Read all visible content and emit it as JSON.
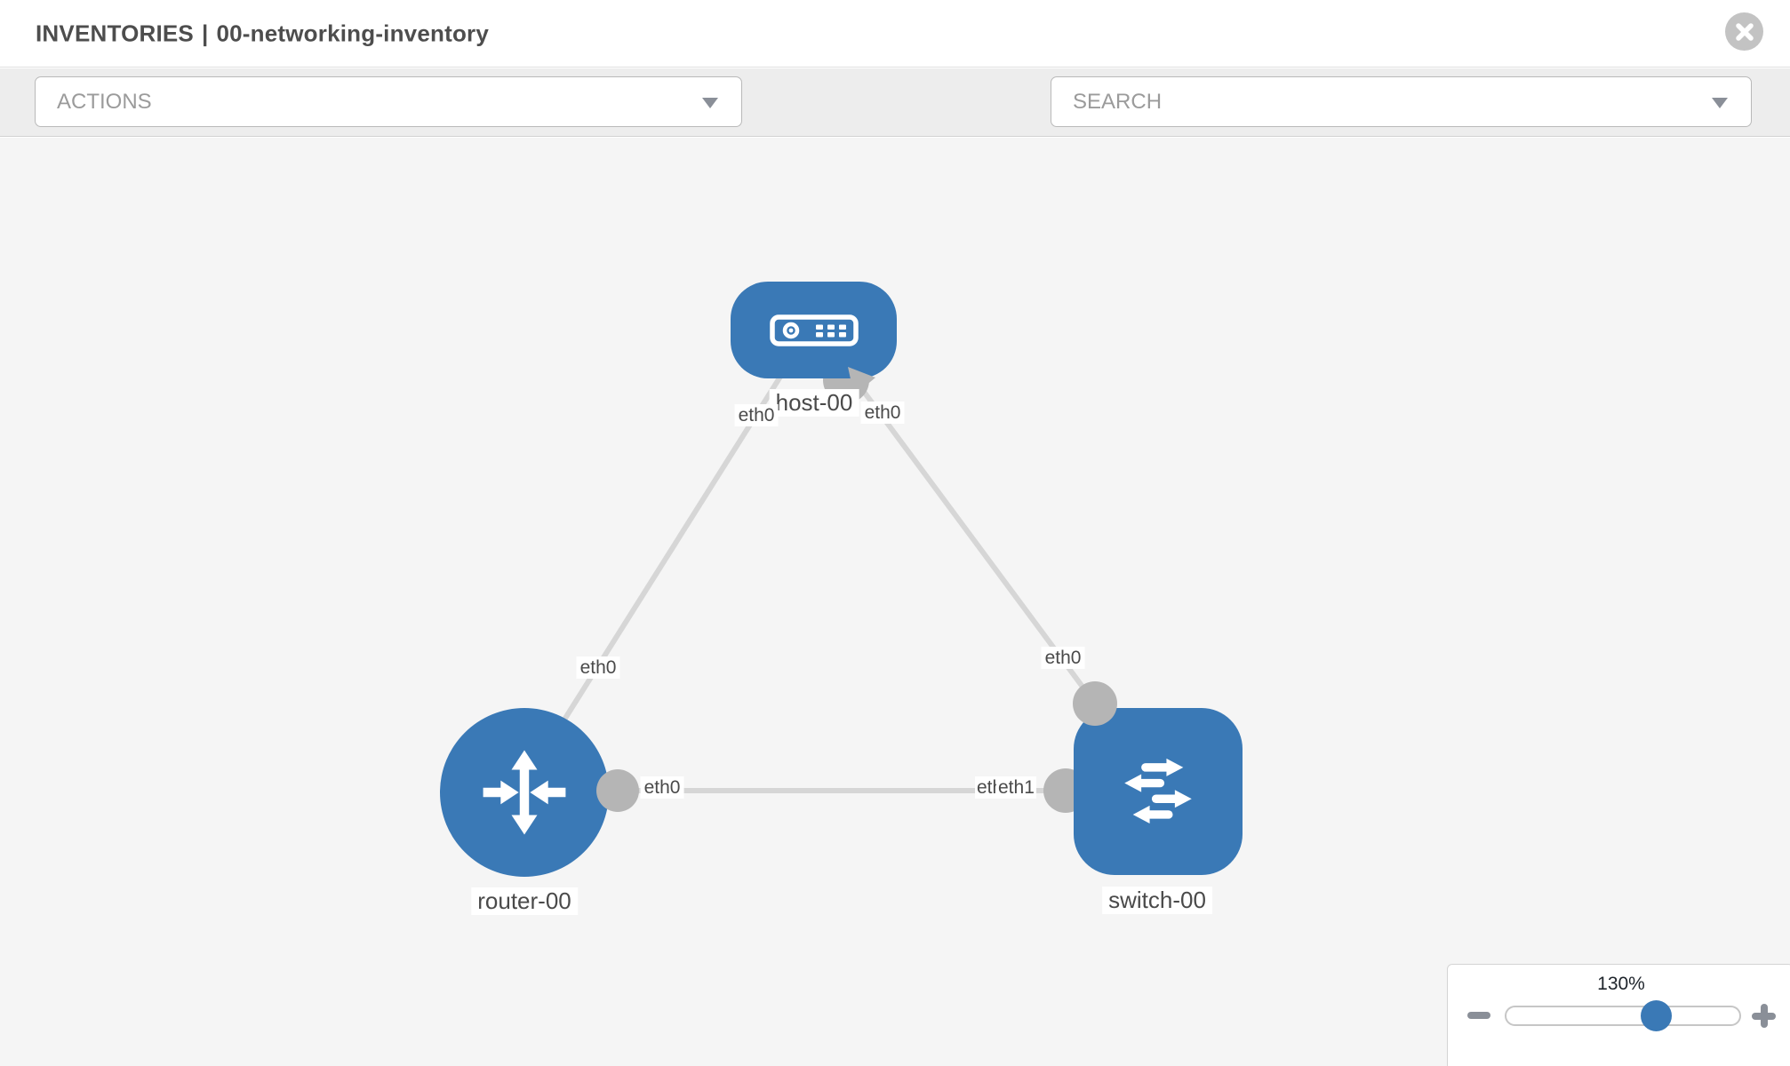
{
  "window": {
    "header": {
      "section": "INVENTORIES",
      "separator": "|",
      "title": "00-networking-inventory",
      "close_icon": "circle-x-icon"
    }
  },
  "toolbar": {
    "actions_dropdown": {
      "value": "ACTIONS",
      "caret_icon": "chevron-down-icon"
    },
    "wrench_icon": "wrench-icon",
    "key_icon": "key-icon",
    "search_dropdown": {
      "value": "SEARCH",
      "caret_icon": "chevron-down-icon"
    }
  },
  "topology": {
    "colors": {
      "node_blue": "#3a79b6",
      "port_gray": "#b5b5b5",
      "link_gray": "#d6d6d6",
      "label_text": "#4a4a4a",
      "canvas_bg": "#f5f5f5"
    },
    "nodes": [
      {
        "id": "host-00",
        "device_type": "host",
        "label": "host-00",
        "icon": "host-icon"
      },
      {
        "id": "router-00",
        "device_type": "router",
        "label": "router-00",
        "icon": "router-icon"
      },
      {
        "id": "switch-00",
        "device_type": "switch",
        "label": "switch-00",
        "icon": "switch-icon"
      }
    ],
    "links": [
      {
        "from": "host-00",
        "to": "router-00",
        "from_interface": "eth0",
        "to_interface": "eth0"
      },
      {
        "from": "host-00",
        "to": "switch-00",
        "from_interface": "eth0",
        "to_interface": "eth0"
      },
      {
        "from": "router-00",
        "to": "switch-00",
        "from_interface": "eth0",
        "to_interface": "eth1"
      }
    ],
    "interface_labels": {
      "host_to_router_host_end": "eth0",
      "host_to_switch_host_end": "eth0",
      "host_to_router_router_end": "eth0",
      "host_to_switch_switch_end": "eth0",
      "router_to_switch_router_end": "eth0",
      "router_to_switch_switch_end": "eth1",
      "router_to_switch_switch_end_clipped": "eth1"
    }
  },
  "zoom_control": {
    "level": "130%",
    "minus_icon": "minus-icon",
    "plus_icon": "plus-icon",
    "slider_percent": 65
  }
}
